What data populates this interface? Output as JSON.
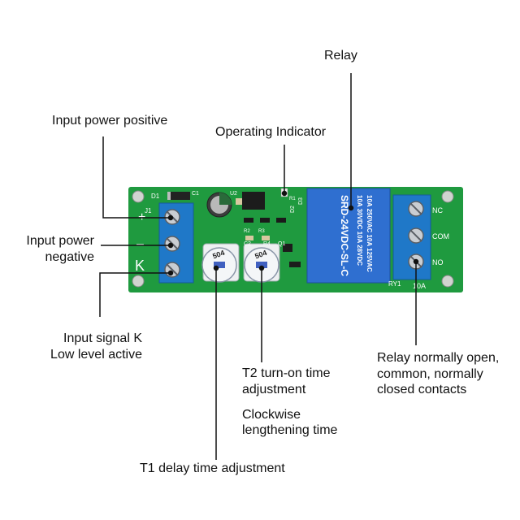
{
  "callouts": {
    "relay": "Relay",
    "operating_indicator": "Operating Indicator",
    "input_power_positive": "Input power positive",
    "input_power_negative_line1": "Input power",
    "input_power_negative_line2": "negative",
    "input_signal_line1": "Input signal K",
    "input_signal_line2": "Low level active",
    "t2_line1": "T2 turn-on time",
    "t2_line2": "adjustment",
    "clockwise_line1": "Clockwise",
    "clockwise_line2": "lengthening time",
    "t1": "T1 delay time adjustment",
    "relay_contacts_line1": "Relay normally open,",
    "relay_contacts_line2": "common, normally",
    "relay_contacts_line3": "closed contacts"
  },
  "board": {
    "silkscreen": {
      "plus": "+",
      "minus": "–",
      "k": "K",
      "nc": "NC",
      "com": "COM",
      "no": "NO",
      "current": "10A",
      "ry1": "RY1",
      "j1": "J1",
      "d1": "D1",
      "c1": "C1",
      "u2": "U2",
      "d2": "D2",
      "d3": "D3",
      "r1": "R1",
      "r2": "R2",
      "r3": "R3",
      "r4": "R4",
      "c2": "C2",
      "q1": "Q1"
    },
    "pots": {
      "left": "504",
      "right": "504"
    },
    "relay_body": {
      "line1": "10A 250VAC  10A 125VAC",
      "line2": "10A 30VDC   10A 28VDC",
      "line3": "SRD-24VDC-SL-C"
    }
  },
  "colors": {
    "pcb": "#1f9a3f",
    "terminal": "#1f78c8",
    "relay": "#2f6fd0",
    "leader": "#111111"
  }
}
